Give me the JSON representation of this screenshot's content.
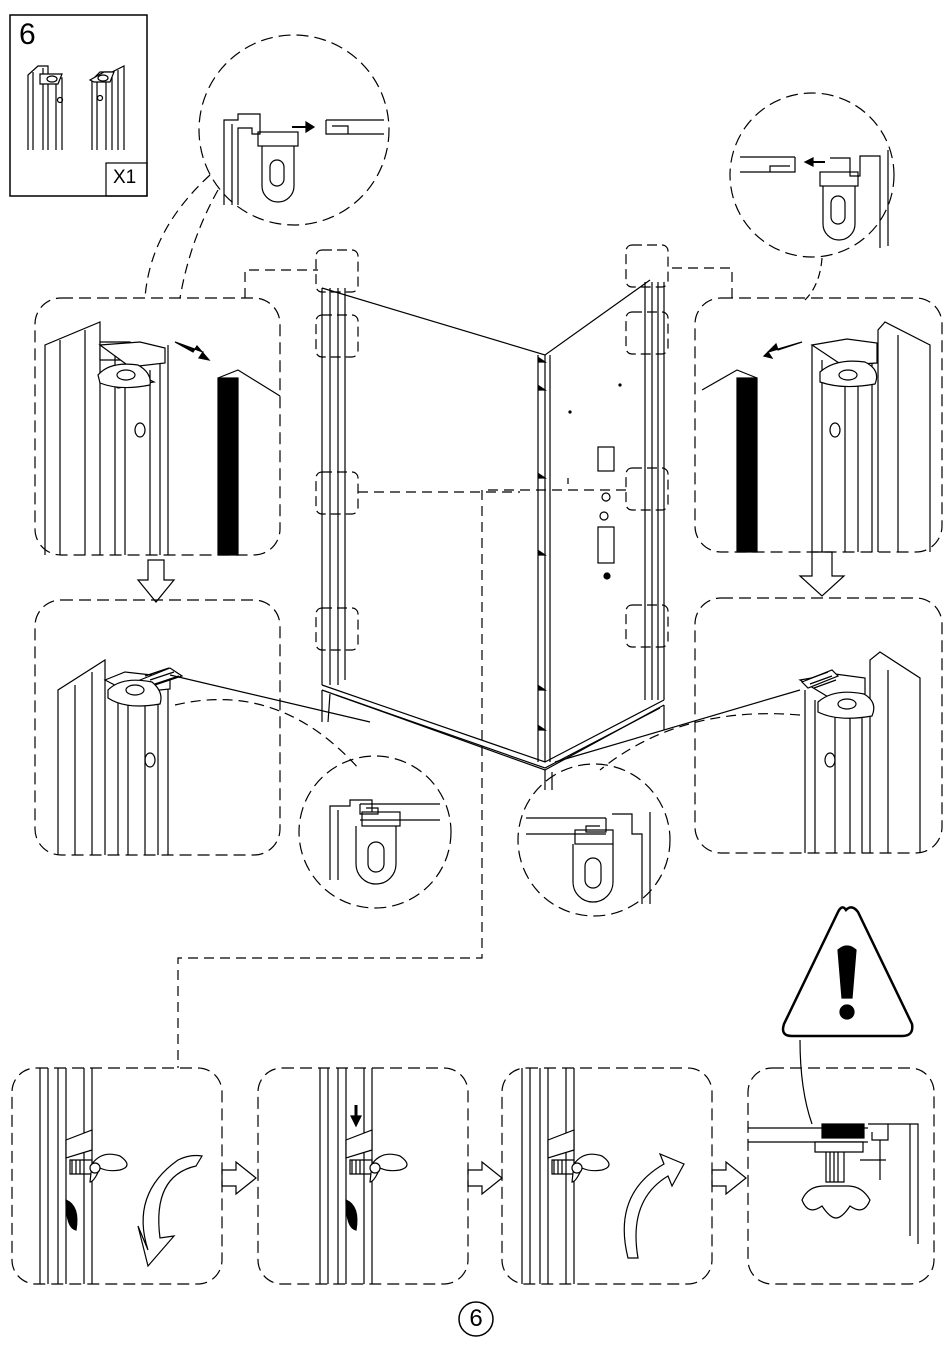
{
  "step": {
    "number": "6",
    "quantity": "X1"
  },
  "page": {
    "number": "6"
  },
  "icons": [
    "wing-screw-icon",
    "warning-icon",
    "arrow-icon",
    "hollow-arrow-icon",
    "rotate-arrow-icon"
  ]
}
